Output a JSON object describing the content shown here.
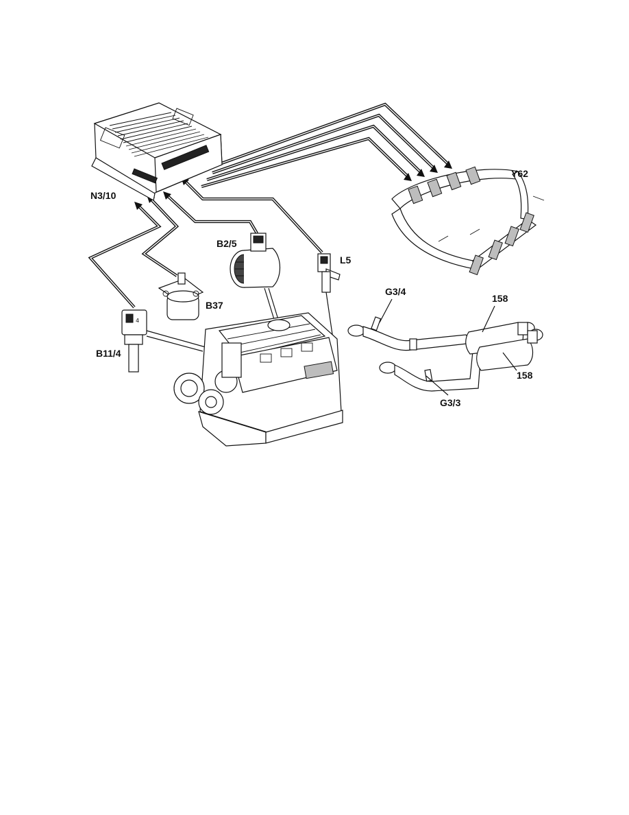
{
  "diagram": {
    "type": "component-locator",
    "components": [
      {
        "id": "ecu",
        "label": "N3/10"
      },
      {
        "id": "injector-rails",
        "label": "Y62"
      },
      {
        "id": "air-mass-sensor",
        "label": "B2/5"
      },
      {
        "id": "camshaft-sensor",
        "label": "L5"
      },
      {
        "id": "pedal-sensor",
        "label": "B37"
      },
      {
        "id": "coolant-temp-sensor",
        "label": "B11/4"
      },
      {
        "id": "o2-sensor-left",
        "label": "G3/4"
      },
      {
        "id": "o2-sensor-right",
        "label": "G3/3"
      },
      {
        "id": "catalytic-converter-upper",
        "label": "158"
      },
      {
        "id": "catalytic-converter-lower",
        "label": "158"
      }
    ],
    "colors": {
      "line": "#111111",
      "background": "#ffffff",
      "fill_grey": "#bdbdbd"
    }
  }
}
